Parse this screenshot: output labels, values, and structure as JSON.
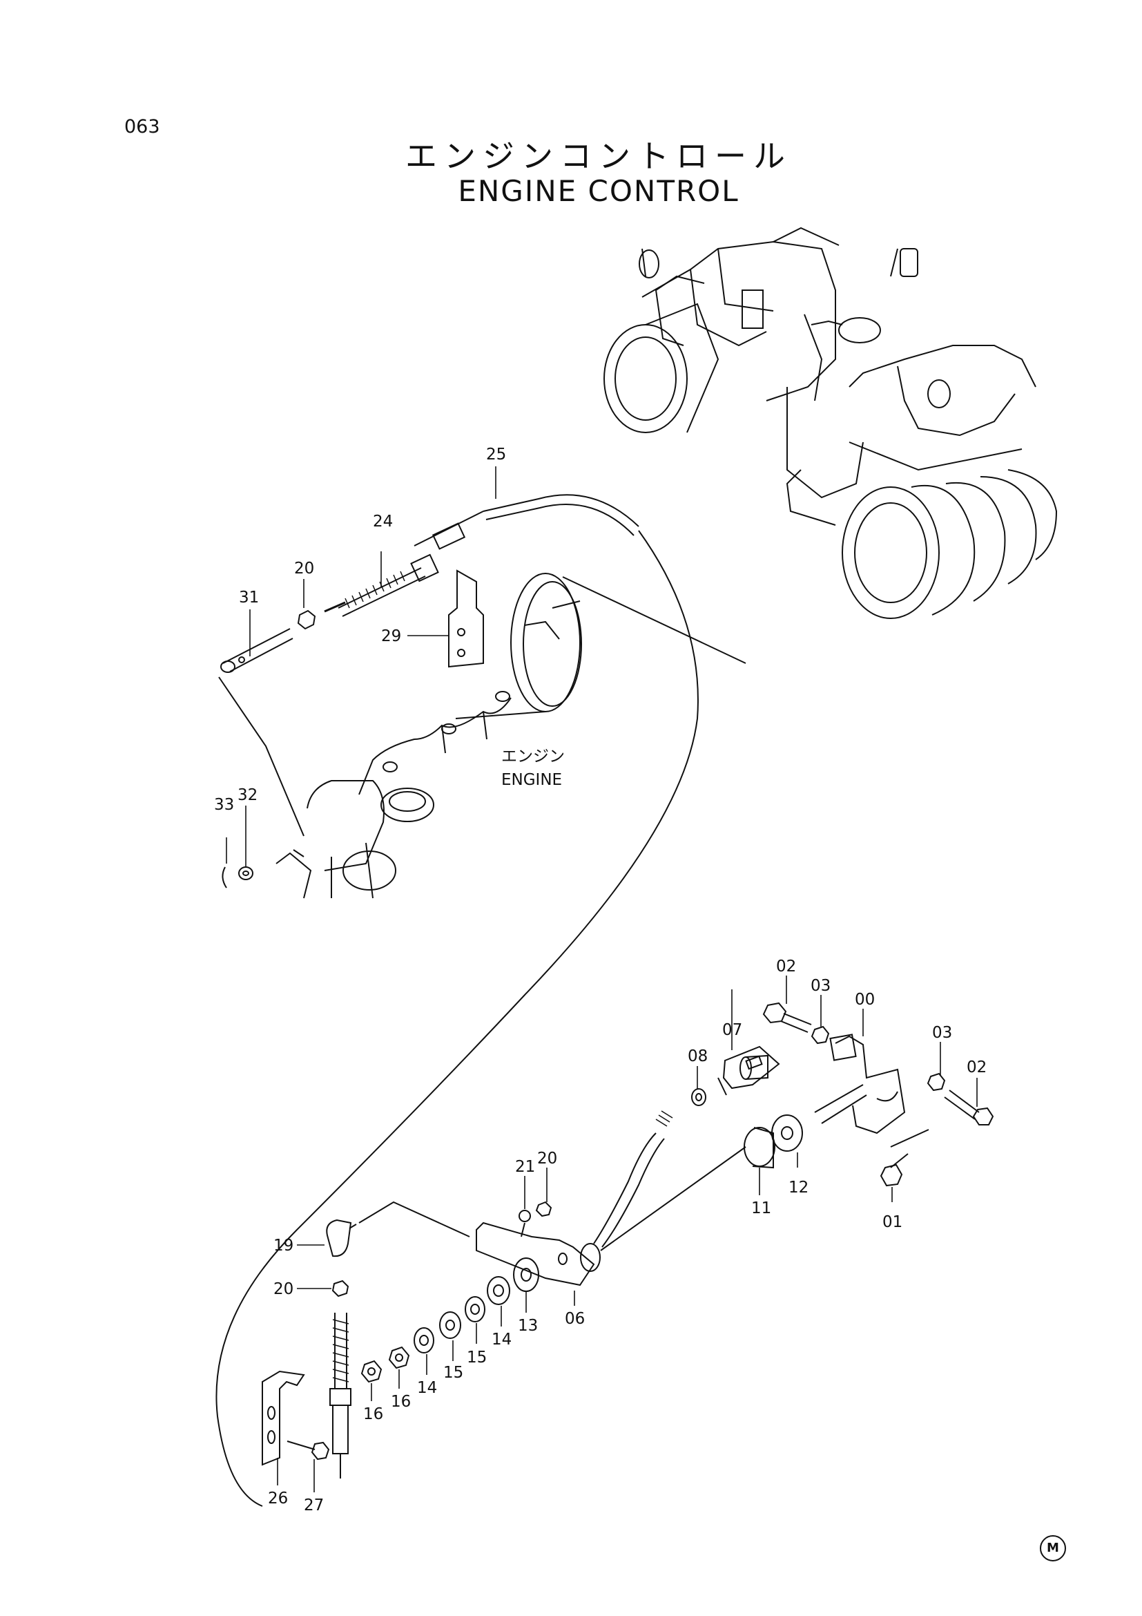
{
  "page_number": "063",
  "title_jp": "エンジンコントロール",
  "title_en": "ENGINE CONTROL",
  "engine_label_jp": "エンジン",
  "engine_label_en": "ENGINE",
  "corner_mark": "M",
  "part_labels": {
    "p25": "25",
    "p24": "24",
    "p20a": "20",
    "p31": "31",
    "p29": "29",
    "p32": "32",
    "p33": "33",
    "p02a": "02",
    "p03a": "03",
    "p00": "00",
    "p03b": "03",
    "p02b": "02",
    "p07": "07",
    "p08": "08",
    "p12": "12",
    "p11": "11",
    "p01": "01",
    "p21": "21",
    "p20b": "20",
    "p19": "19",
    "p20c": "20",
    "p06": "06",
    "p13": "13",
    "p14a": "14",
    "p15a": "15",
    "p15b": "15",
    "p14b": "14",
    "p16a": "16",
    "p16b": "16",
    "p26": "26",
    "p27": "27"
  }
}
